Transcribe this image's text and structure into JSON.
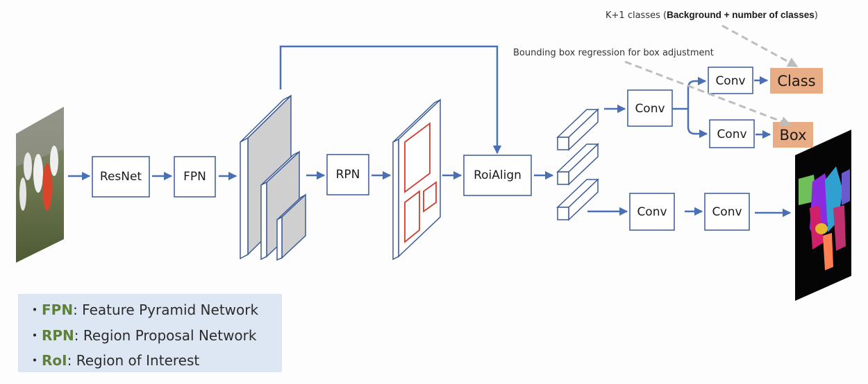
{
  "annotations": {
    "classes_prefix": "K+1 classes (",
    "classes_bold": "Background + number of classes",
    "classes_suffix": ")",
    "bbox": "Bounding box regression for box adjustment"
  },
  "blocks": {
    "resnet": "ResNet",
    "fpn": "FPN",
    "rpn": "RPN",
    "roialign": "RoiAlign",
    "conv_head": "Conv",
    "conv_class": "Conv",
    "conv_box": "Conv",
    "conv_mask1": "Conv",
    "conv_mask2": "Conv"
  },
  "outputs": {
    "class": "Class",
    "box": "Box"
  },
  "legend": [
    {
      "abbr": "FPN",
      "text": ": Feature Pyramid Network"
    },
    {
      "abbr": "RPN",
      "text": ": Region Proposal Network"
    },
    {
      "abbr": "RoI",
      "text": ": Region of Interest"
    }
  ],
  "colors": {
    "arrow": "#4a6fb5",
    "box_stroke": "#3a5a96",
    "output_fill": "#e8ad84",
    "proposal": "#d13b2e",
    "feature_fill": "#cfcfcf",
    "legend_bg": "#dde7f3",
    "legend_abbr": "#5f7f3a",
    "annotation_arrow": "#bdbdbd"
  }
}
